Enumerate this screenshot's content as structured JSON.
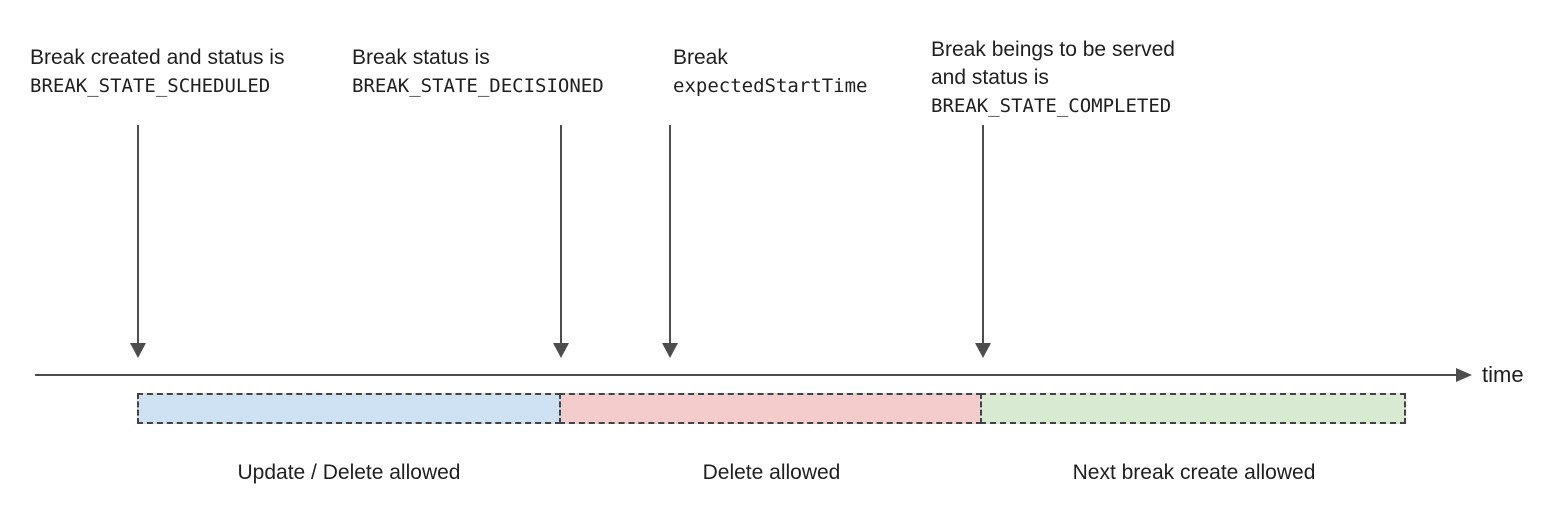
{
  "diagram": {
    "annotations": [
      {
        "line1": "Break created and status is",
        "code": "BREAK_STATE_SCHEDULED"
      },
      {
        "line1": "Break status is",
        "code": "BREAK_STATE_DECISIONED"
      },
      {
        "line1": "Break",
        "code": "expectedStartTime"
      },
      {
        "line1": "Break beings to be served",
        "line2": "and status is",
        "code": "BREAK_STATE_COMPLETED"
      }
    ],
    "timeline": {
      "axis_label": "time"
    },
    "segments": [
      {
        "label": "Update / Delete allowed",
        "fill": "#cfe2f3"
      },
      {
        "label": "Delete allowed",
        "fill": "#f4cccc"
      },
      {
        "label": "Next break create allowed",
        "fill": "#d9ead3"
      }
    ],
    "colors": {
      "line": "#4d4d4d",
      "dash_border": "#434343",
      "text": "#1f1f1f"
    }
  }
}
